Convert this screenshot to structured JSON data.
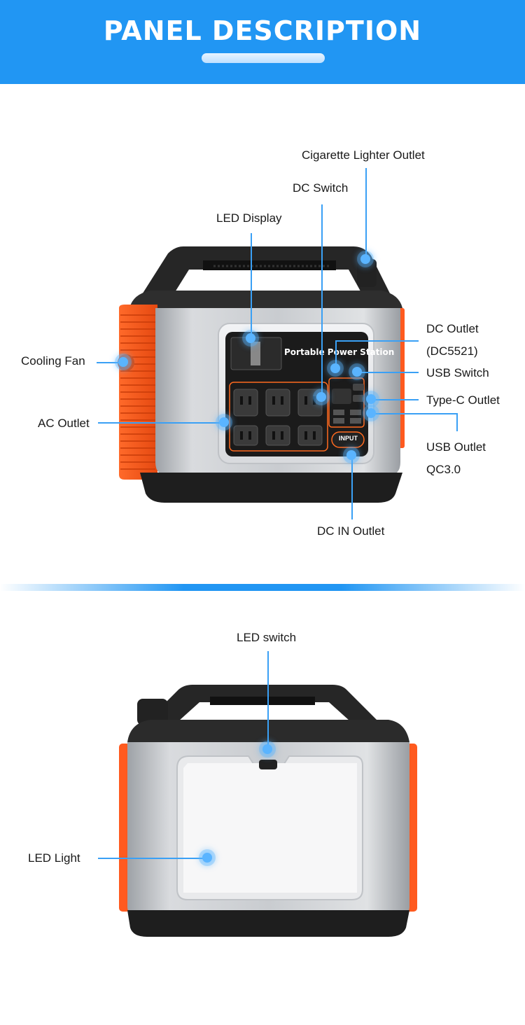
{
  "header": {
    "title": "PANEL DESCRIPTION"
  },
  "front": {
    "panel_brand": "Portable Power Station",
    "input_label": "INPUT",
    "callouts": {
      "cigarette": "Cigarette Lighter Outlet",
      "dc_switch": "DC Switch",
      "led_display": "LED Display",
      "dc_outlet_line1": "DC Outlet",
      "dc_outlet_line2": "(DC5521)",
      "usb_switch": "USB Switch",
      "cooling_fan": "Cooling Fan",
      "type_c": "Type-C Outlet",
      "ac_outlet": "AC Outlet",
      "usb_outlet_line1": "USB Outlet",
      "usb_outlet_line2": "QC3.0",
      "dc_in": "DC IN Outlet"
    }
  },
  "back": {
    "callouts": {
      "led_switch": "LED switch",
      "led_light": "LED Light"
    }
  },
  "colors": {
    "header": "#2196f3",
    "accent_line": "#3aa0f5",
    "orange": "#ff5a1f",
    "body_gray": "#b9bcc0",
    "dark": "#2a2a2a"
  }
}
